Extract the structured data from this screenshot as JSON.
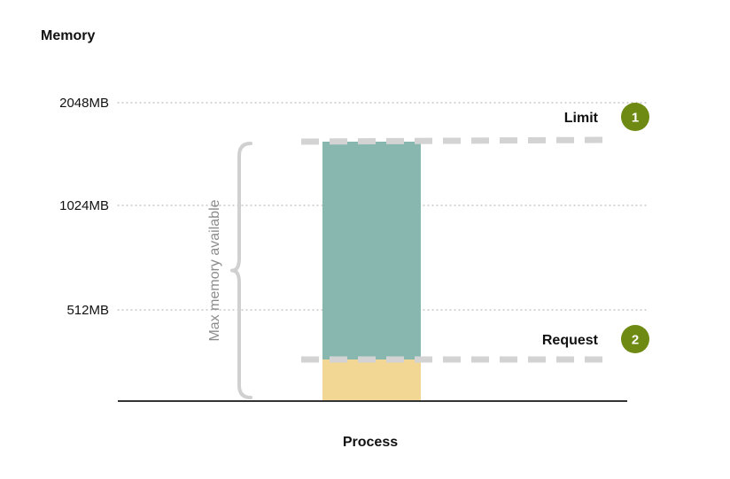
{
  "chart_data": {
    "type": "bar",
    "ylabel": "Memory",
    "xlabel": "Process",
    "y_ticks": [
      {
        "label": "2048MB",
        "value": 2048
      },
      {
        "label": "1024MB",
        "value": 1024
      },
      {
        "label": "512MB",
        "value": 512
      }
    ],
    "grid": "horizontal dotted",
    "series": [
      {
        "segment": "request",
        "from": 0,
        "to": 200,
        "color": "#F2D694"
      },
      {
        "segment": "limit",
        "from": 200,
        "to": 1536,
        "color": "#88B7B0"
      }
    ],
    "markers": [
      {
        "label": "Limit",
        "value": 1536,
        "badge": "1"
      },
      {
        "label": "Request",
        "value": 200,
        "badge": "2"
      }
    ],
    "bracket_label": "Max memory available",
    "colors": {
      "badge": "#6E8A12",
      "dash": "#D3D3D3",
      "bracket": "#D0D0D0",
      "axis": "#333333",
      "grid": "#BBBBBB"
    }
  }
}
